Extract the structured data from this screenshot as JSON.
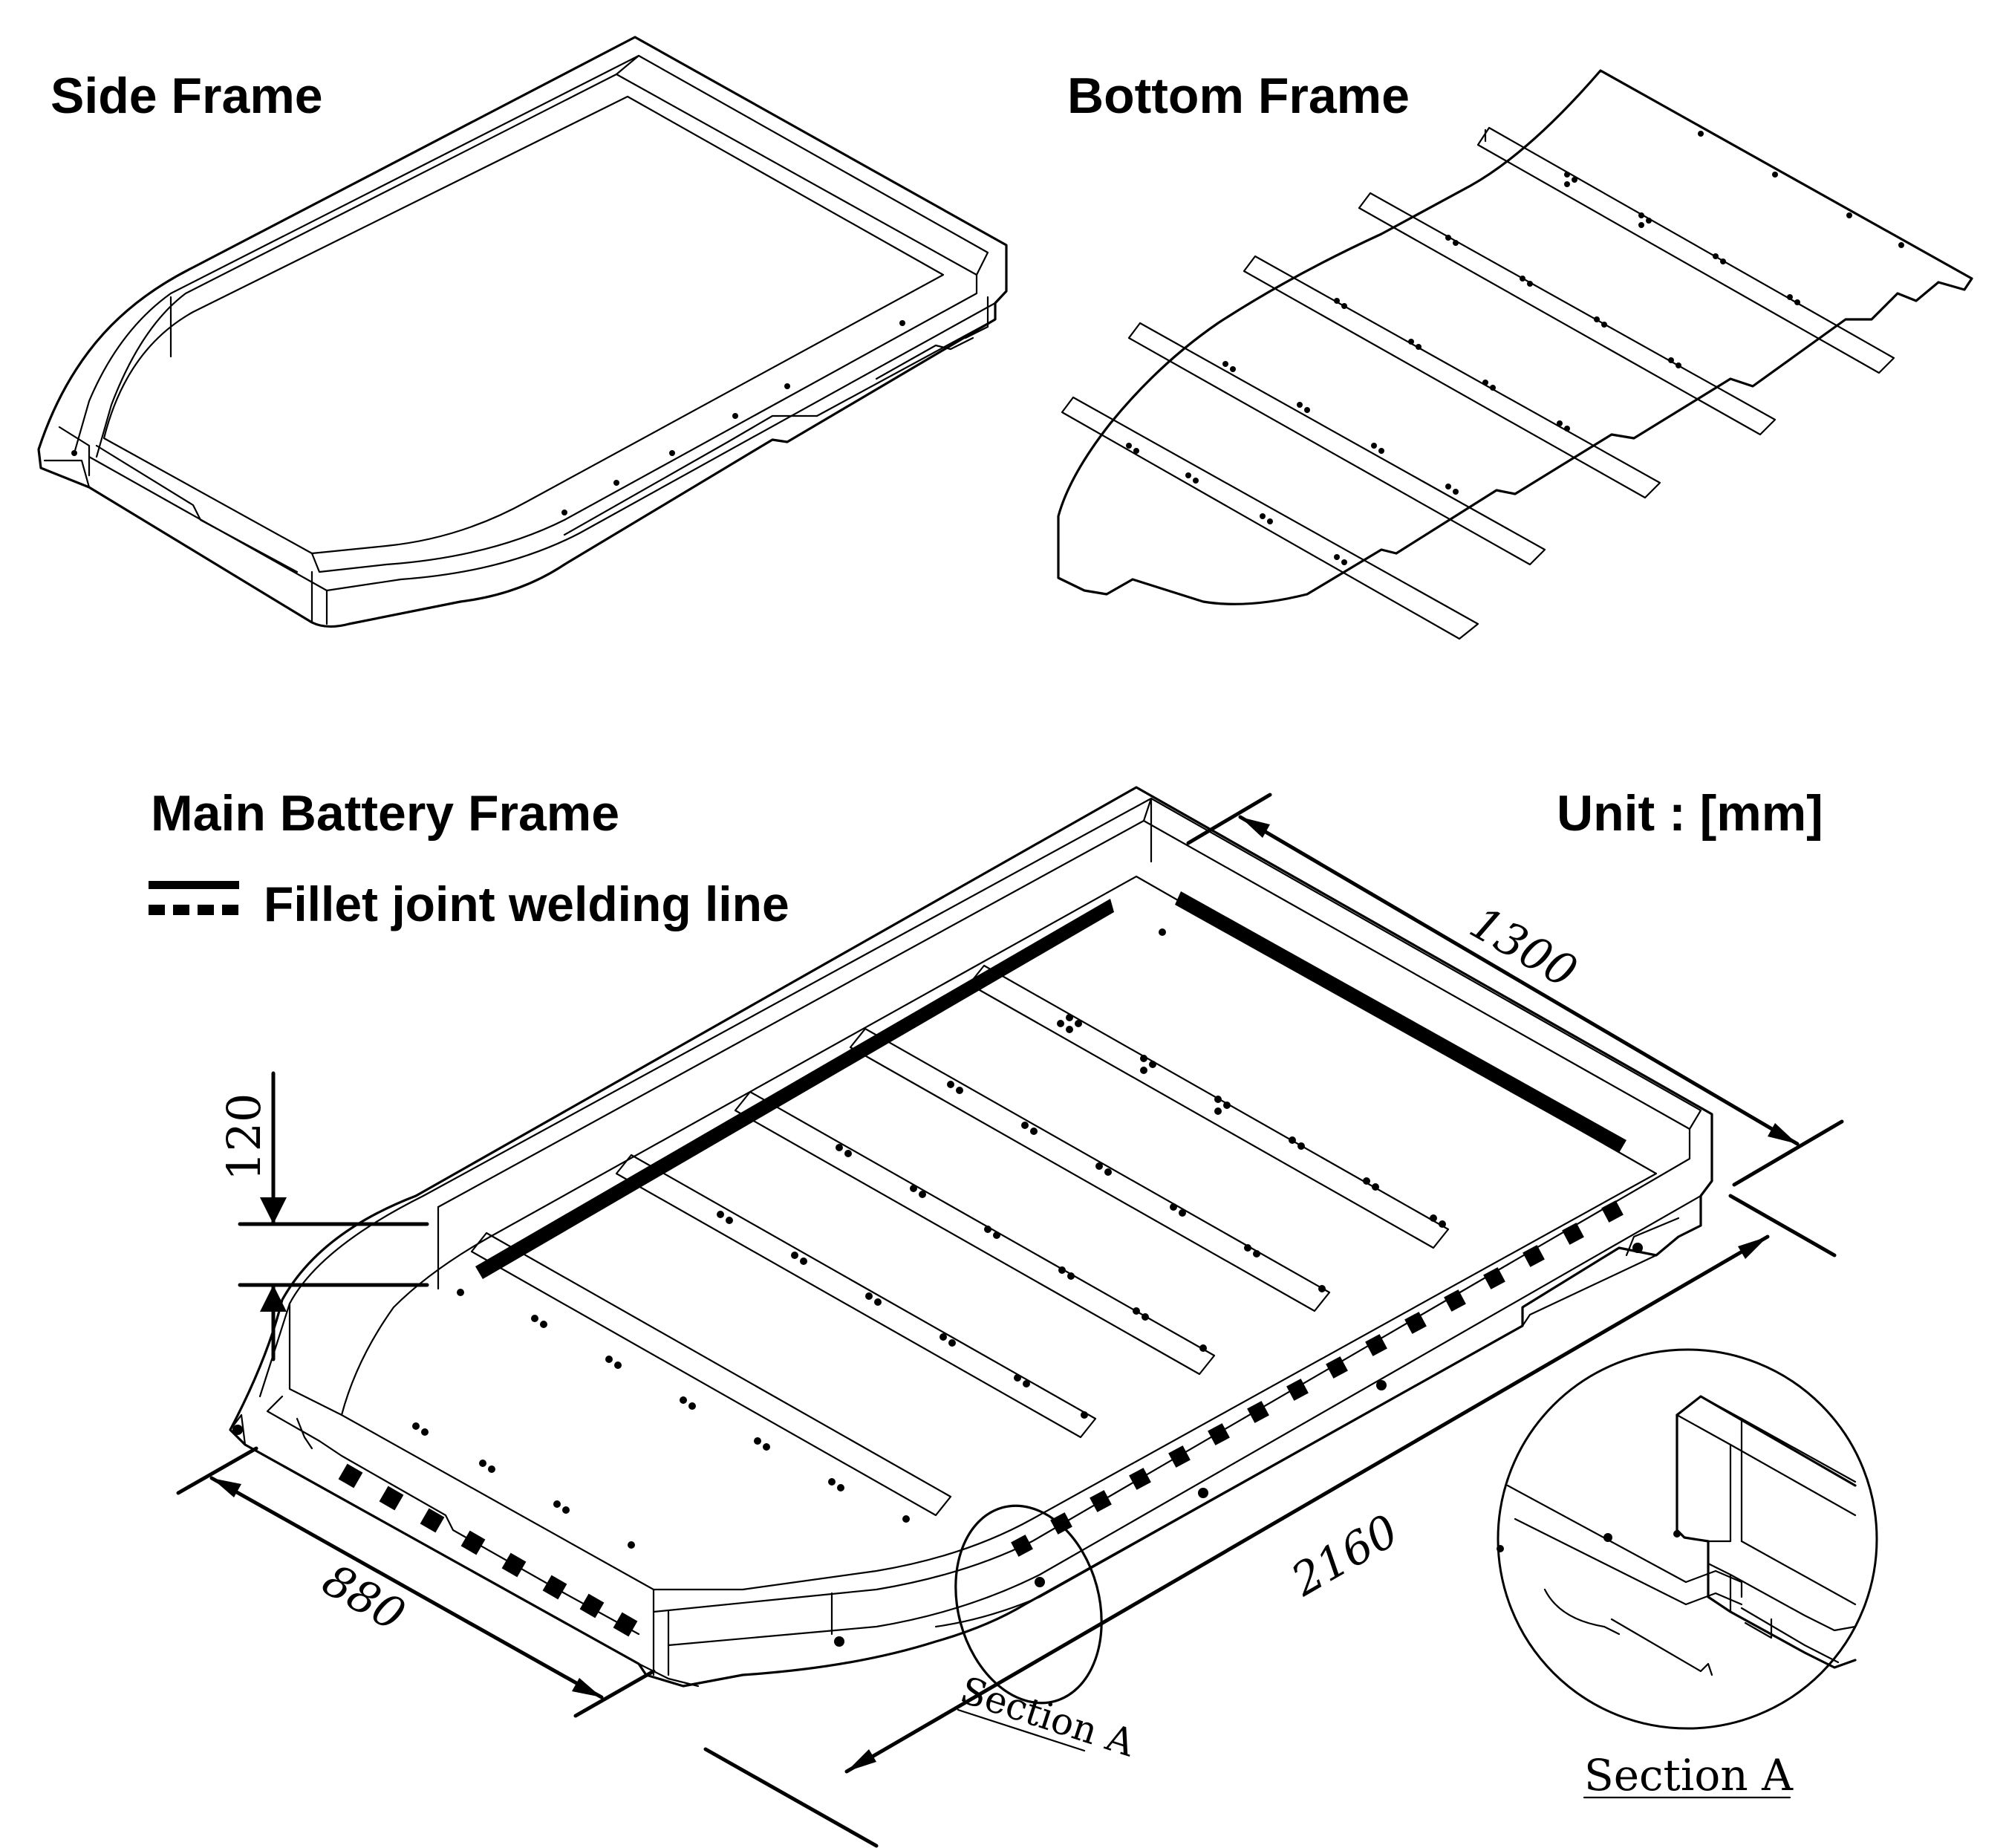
{
  "labels": {
    "side_frame": "Side Frame",
    "bottom_frame": "Bottom Frame",
    "main_battery_frame": "Main Battery Frame",
    "unit": "Unit : [mm]",
    "weld_legend": "Fillet joint welding line",
    "section_callout": "Section A",
    "section_caption": "Section A"
  },
  "dimensions": {
    "length": "2160",
    "width": "1300",
    "front_width": "880",
    "height": "120"
  }
}
